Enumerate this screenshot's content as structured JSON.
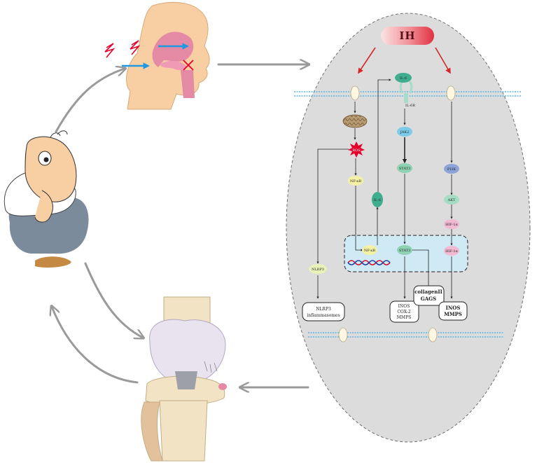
{
  "title_badge": "IH",
  "nodes": {
    "il6_top": "IL-6",
    "il6r": "IL-6R",
    "jak2": "JAK2",
    "stat3_mid": "STAT3",
    "pi3k": "PI3K",
    "akt": "AKT",
    "hif_top": "HIF-1α",
    "nfkb_cyto": "NF-κB",
    "il6_mid": "IL-6",
    "nfkb_nuc": "NF-κB",
    "stat3_nuc": "STAT3",
    "hif_nuc": "HIF-1α",
    "nlrp3": "NLRP3",
    "ros": "ROS"
  },
  "outputs": {
    "nlrp3_box_line1": "NLRP3",
    "nlrp3_box_line2": "inflammasomes",
    "inos_box_line1": "INOS",
    "inos_box_line2": "COX-2",
    "inos_box_line3": "MMPS",
    "collagen_box_line1": "collagenII",
    "collagen_box_line2": "GAGS",
    "inos_mmps_line1": "INOS",
    "inos_mmps_line2": "MMPS"
  },
  "colors": {
    "cell_fill": "#dcdcdc",
    "nucleus_fill": "#cfe9f5",
    "membrane": "#5bb6e6",
    "cycle_arrow": "#9a9a9a",
    "signal_arrow": "#d62828",
    "badge_dark": "#e9535e",
    "badge_light": "#fbe3e4",
    "skin": "#f7cfa3",
    "airway": "#e58aa5",
    "pant": "#7c8b9c"
  }
}
